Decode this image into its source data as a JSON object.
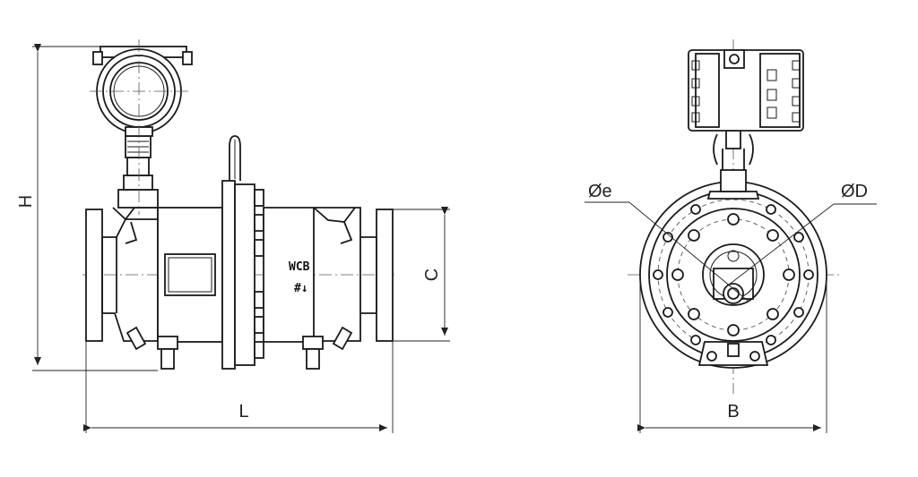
{
  "dimensions": {
    "H": "H",
    "L": "L",
    "C": "C",
    "B": "B",
    "e": "Øe",
    "D": "ØD"
  },
  "body_marking": {
    "material": "WCB",
    "symbol": "#↓"
  }
}
